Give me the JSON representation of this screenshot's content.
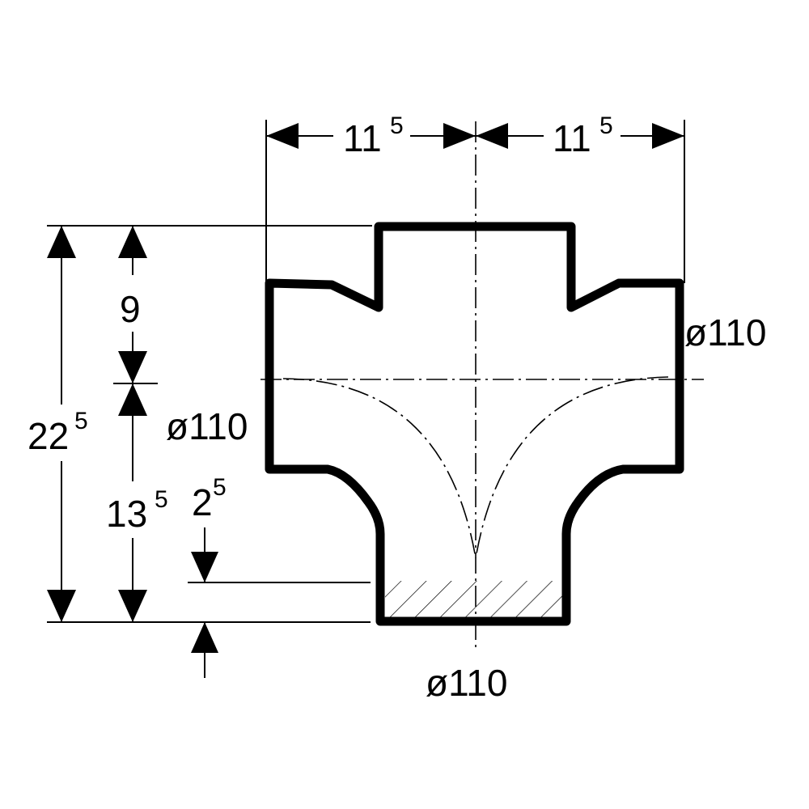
{
  "dimensions": {
    "top_left": {
      "main": "11",
      "sup": "5"
    },
    "top_right": {
      "main": "11",
      "sup": "5"
    },
    "height_upper": {
      "main": "9"
    },
    "height_lower": {
      "main": "13",
      "sup": "5"
    },
    "height_total": {
      "main": "22",
      "sup": "5"
    },
    "insert_depth": {
      "main": "2",
      "sup": "5"
    }
  },
  "diameters": {
    "right_branch": "ø110",
    "left_branch": "ø110",
    "bottom_outlet": "ø110"
  },
  "colors": {
    "line": "#000000",
    "background": "#ffffff"
  }
}
